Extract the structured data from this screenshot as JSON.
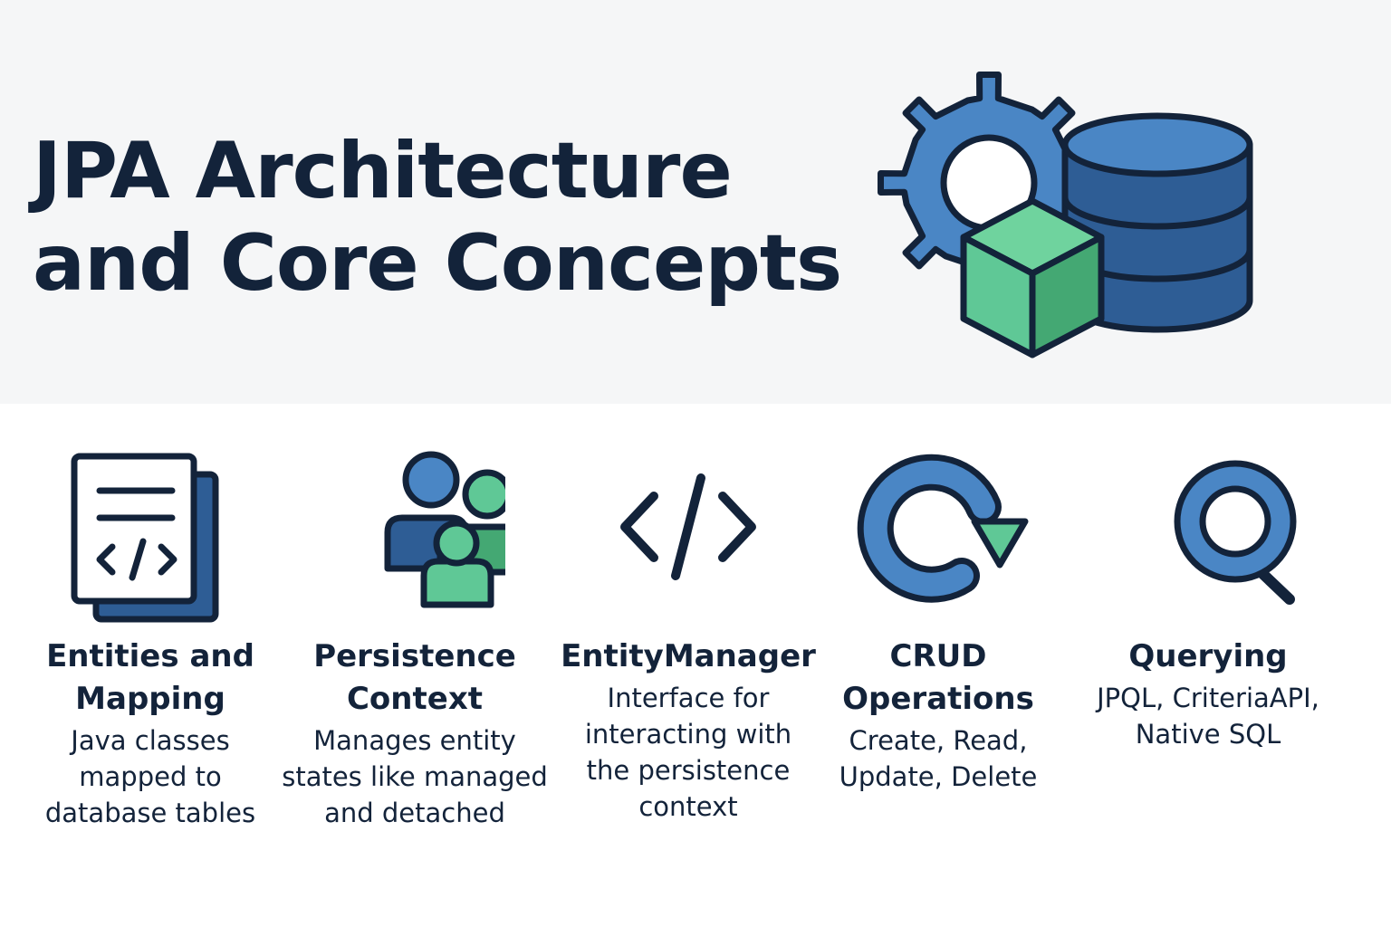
{
  "title": {
    "line1": "JPA Architecture",
    "line2": "and Core Concepts"
  },
  "colors": {
    "navy": "#13233a",
    "blue": "#4a86c5",
    "dark_blue": "#2e5d95",
    "green": "#5fc896",
    "dark_green": "#44a873",
    "hero_background": "#f5f6f7"
  },
  "hero_icons": [
    "gear-icon",
    "database-icon",
    "cube-icon"
  ],
  "concepts": [
    {
      "icon": "document-code-icon",
      "title_lines": [
        "Entities and",
        "Mapping"
      ],
      "desc_lines": [
        "Java classes",
        "mapped to",
        "database tables"
      ]
    },
    {
      "icon": "users-group-icon",
      "title_lines": [
        "Persistence",
        "Context"
      ],
      "desc_lines": [
        "Manages entity",
        "states like managed",
        "and detached"
      ]
    },
    {
      "icon": "code-brackets-icon",
      "title_lines": [
        "EntityManager"
      ],
      "desc_lines": [
        "Interface for",
        "interacting with",
        "the persistence",
        "context"
      ]
    },
    {
      "icon": "refresh-arrow-icon",
      "title_lines": [
        "CRUD",
        "Operations"
      ],
      "desc_lines": [
        "Create, Read,",
        "Update, Delete"
      ]
    },
    {
      "icon": "magnifier-icon",
      "title_lines": [
        "Querying"
      ],
      "desc_lines": [
        "JPQL, CriteriaAPI,",
        "Native SQL"
      ]
    }
  ]
}
